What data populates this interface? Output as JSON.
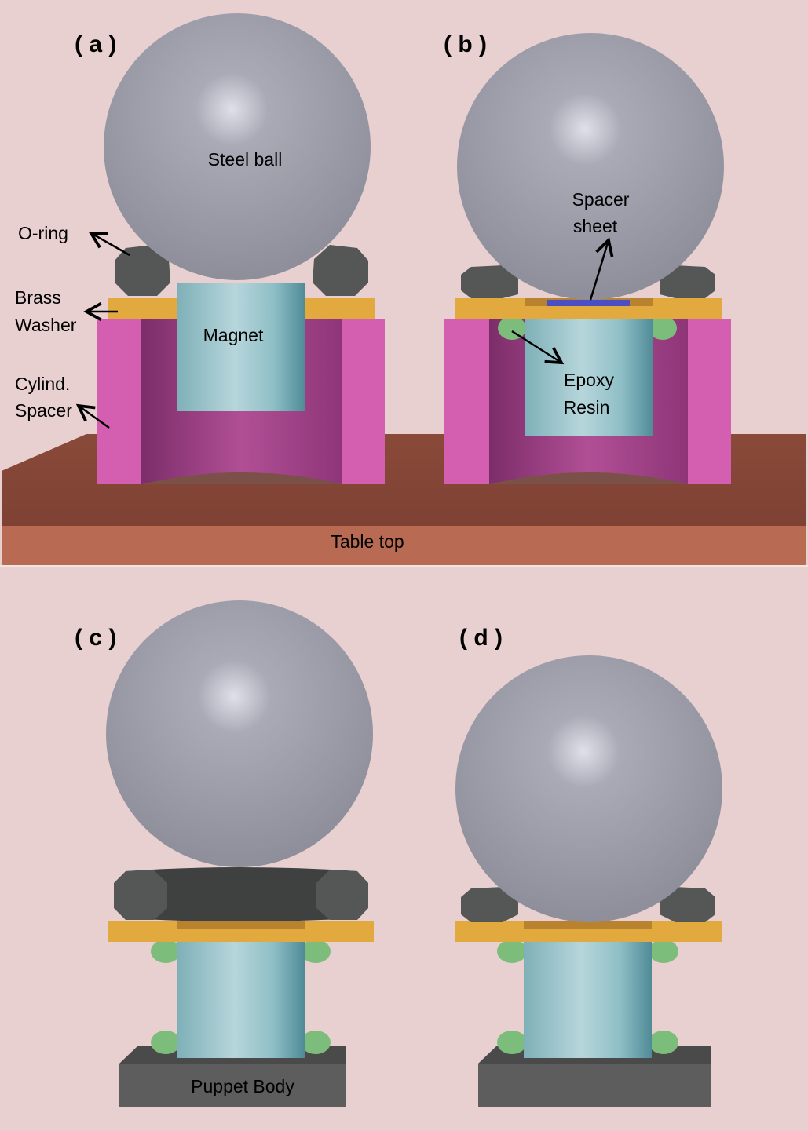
{
  "panels": {
    "a": {
      "label": "( a )"
    },
    "b": {
      "label": "( b )"
    },
    "c": {
      "label": "( c )"
    },
    "d": {
      "label": "( d )"
    }
  },
  "labels": {
    "steel_ball": "Steel ball",
    "o_ring": "O-ring",
    "brass_washer_1": "Brass",
    "brass_washer_2": "Washer",
    "cylind_spacer_1": "Cylind.",
    "cylind_spacer_2": "Spacer",
    "magnet": "Magnet",
    "spacer_sheet_1": "Spacer",
    "spacer_sheet_2": "sheet",
    "epoxy_resin_1": "Epoxy",
    "epoxy_resin_2": "Resin",
    "table_top": "Table top",
    "puppet_body": "Puppet Body"
  },
  "colors": {
    "background": "#e8cfd0",
    "steel_ball": "#9a9ba8",
    "o_ring": "#555757",
    "brass_washer": "#e2a93f",
    "cylindrical_spacer": "#d45fb0",
    "magnet": "#8fc2c9",
    "epoxy_resin": "#7dbd7b",
    "spacer_sheet": "#4a4fc4",
    "table_top": "#b86a52",
    "puppet_body": "#5d5d5d"
  }
}
